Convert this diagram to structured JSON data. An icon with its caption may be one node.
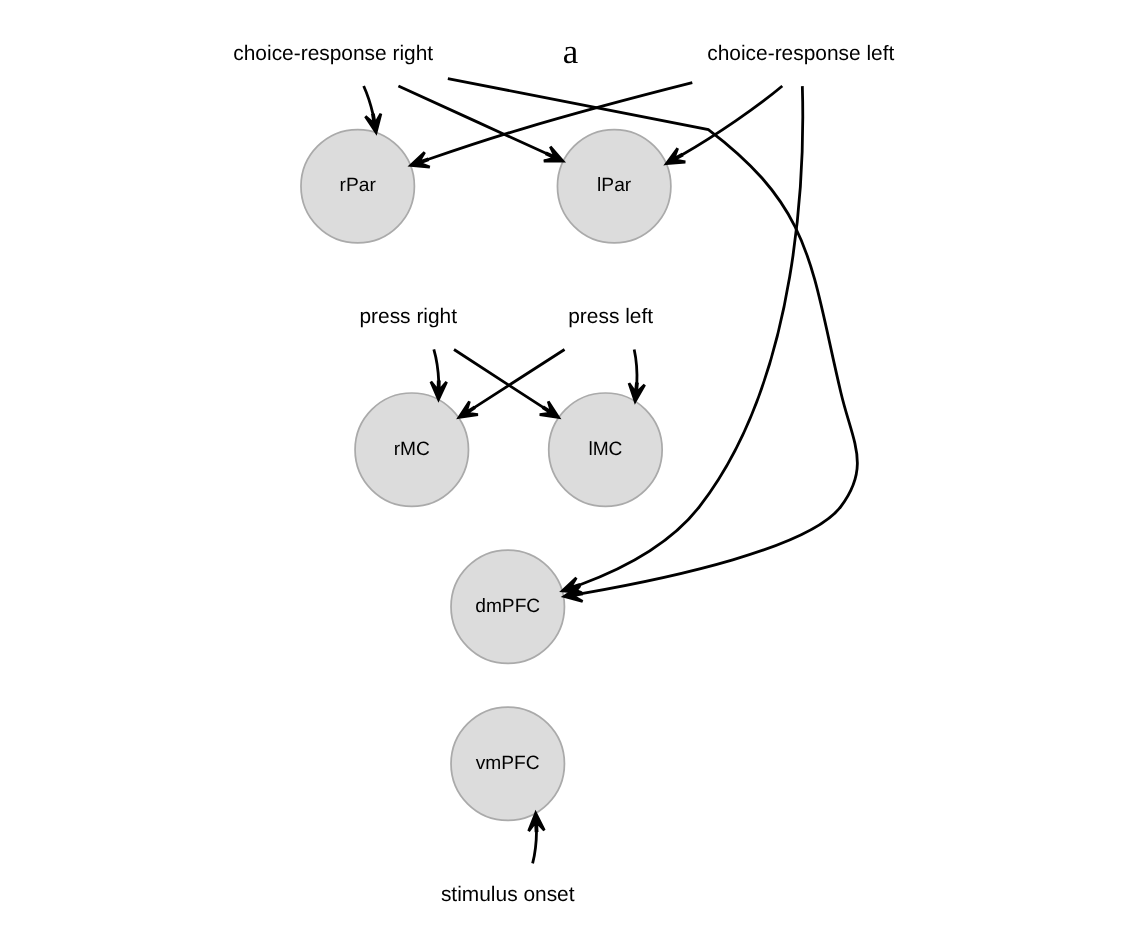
{
  "diagram": {
    "nodes": [
      {
        "text": [
          "choice-response left"
        ]
      },
      {
        "text": [
          "choice-response right"
        ]
      },
      {
        "text": [
          "lPar"
        ]
      },
      {
        "text": [
          "rPar"
        ]
      },
      {
        "text": [
          "press left"
        ]
      },
      {
        "text": [
          "press right"
        ]
      },
      {
        "text": [
          "lMC"
        ]
      },
      {
        "text": [
          "rMC"
        ]
      },
      {
        "text": [
          "dmPFC"
        ]
      },
      {
        "text": [
          "vmPFC"
        ]
      },
      {
        "text": [
          "stimulus onset"
        ]
      }
    ],
    "edges": [
      {
        "from": 0,
        "to": 2,
        "arrow": "to"
      },
      {
        "from": 0,
        "to": 3,
        "arrow": "to"
      },
      {
        "from": 0,
        "to": 8,
        "arrow": "to"
      },
      {
        "from": 1,
        "to": 2,
        "arrow": "to"
      },
      {
        "from": 1,
        "to": 3,
        "arrow": "to"
      },
      {
        "from": 1,
        "to": 8,
        "arrow": "to"
      },
      {
        "from": 4,
        "to": 6,
        "arrow": "to"
      },
      {
        "from": 4,
        "to": 7,
        "arrow": "to"
      },
      {
        "from": 5,
        "to": 6,
        "arrow": "to"
      },
      {
        "from": 5,
        "to": 7,
        "arrow": "to"
      },
      {
        "from": 10,
        "to": 9,
        "arrow": "to"
      }
    ],
    "labels": [
      "a"
    ]
  }
}
